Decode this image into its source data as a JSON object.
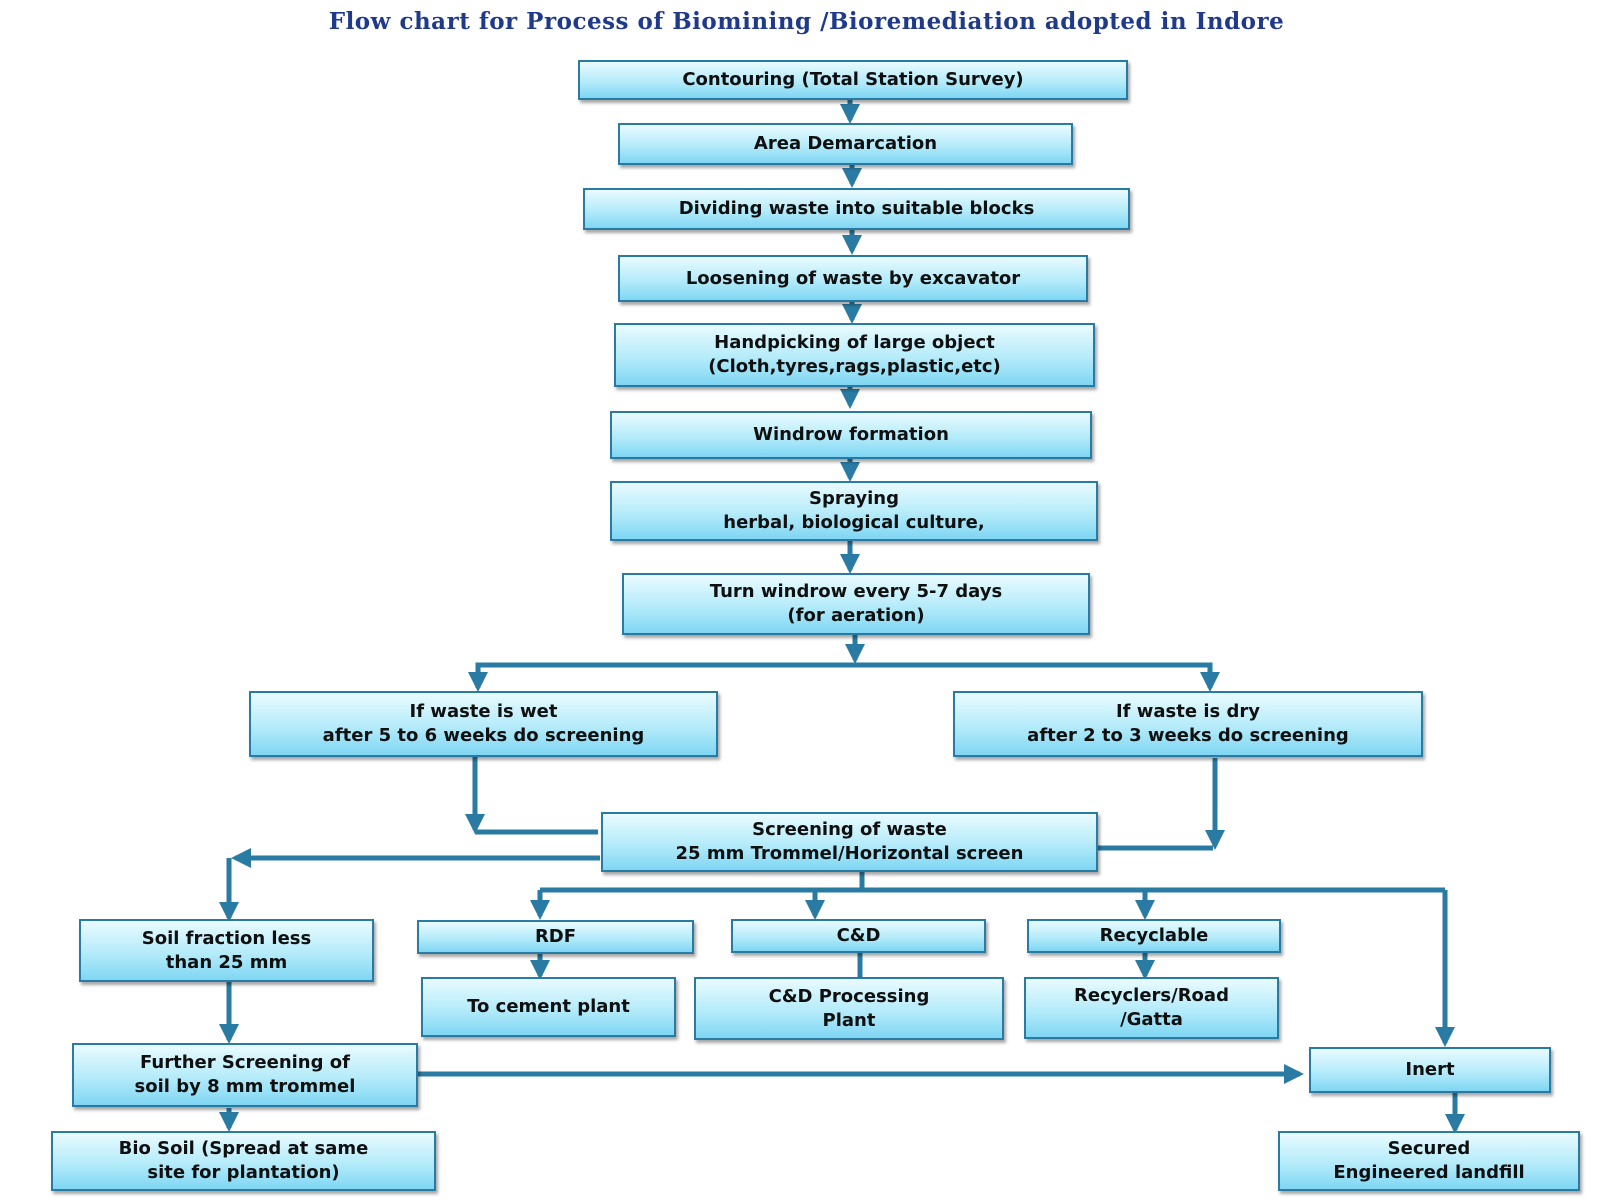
{
  "title": "Flow chart for Process of Biomining /Bioremediation adopted in Indore",
  "colors": {
    "connector": "#2a7ba3",
    "title": "#1f3a8a",
    "box_border": "#2a7ba3"
  },
  "nodes": [
    {
      "id": "contouring",
      "lines": [
        "Contouring (Total Station Survey)"
      ]
    },
    {
      "id": "area",
      "lines": [
        "Area Demarcation"
      ]
    },
    {
      "id": "dividing",
      "lines": [
        "Dividing waste into suitable blocks"
      ]
    },
    {
      "id": "loosening",
      "lines": [
        "Loosening of waste by excavator"
      ]
    },
    {
      "id": "handpicking",
      "lines": [
        "Handpicking of large object",
        "(Cloth,tyres,rags,plastic,etc)"
      ]
    },
    {
      "id": "windrow",
      "lines": [
        "Windrow formation"
      ]
    },
    {
      "id": "spraying",
      "lines": [
        "Spraying",
        "herbal, biological culture,"
      ]
    },
    {
      "id": "turn",
      "lines": [
        "Turn windrow every 5-7 days",
        "(for aeration)"
      ]
    },
    {
      "id": "wet",
      "lines": [
        "If waste is wet",
        "after 5 to 6 weeks do screening"
      ]
    },
    {
      "id": "dry",
      "lines": [
        "If waste is dry",
        "after 2 to 3 weeks do screening"
      ]
    },
    {
      "id": "screening",
      "lines": [
        "Screening of waste",
        "25 mm Trommel/Horizontal screen"
      ]
    },
    {
      "id": "soil",
      "lines": [
        "Soil fraction less",
        "than 25 mm"
      ]
    },
    {
      "id": "rdf",
      "lines": [
        "RDF"
      ]
    },
    {
      "id": "cd",
      "lines": [
        "C&D"
      ]
    },
    {
      "id": "recyclable",
      "lines": [
        "Recyclable"
      ]
    },
    {
      "id": "cement",
      "lines": [
        "To cement plant"
      ]
    },
    {
      "id": "cdplant",
      "lines": [
        "C&D Processing",
        "Plant"
      ]
    },
    {
      "id": "recyclers",
      "lines": [
        "Recyclers/Road",
        "/Gatta"
      ]
    },
    {
      "id": "further",
      "lines": [
        "Further Screening of",
        "soil by 8 mm trommel"
      ]
    },
    {
      "id": "inert",
      "lines": [
        "Inert"
      ]
    },
    {
      "id": "biosoil",
      "lines": [
        "Bio Soil (Spread at same",
        "site for plantation)"
      ]
    },
    {
      "id": "landfill",
      "lines": [
        "Secured",
        "Engineered landfill"
      ]
    }
  ]
}
